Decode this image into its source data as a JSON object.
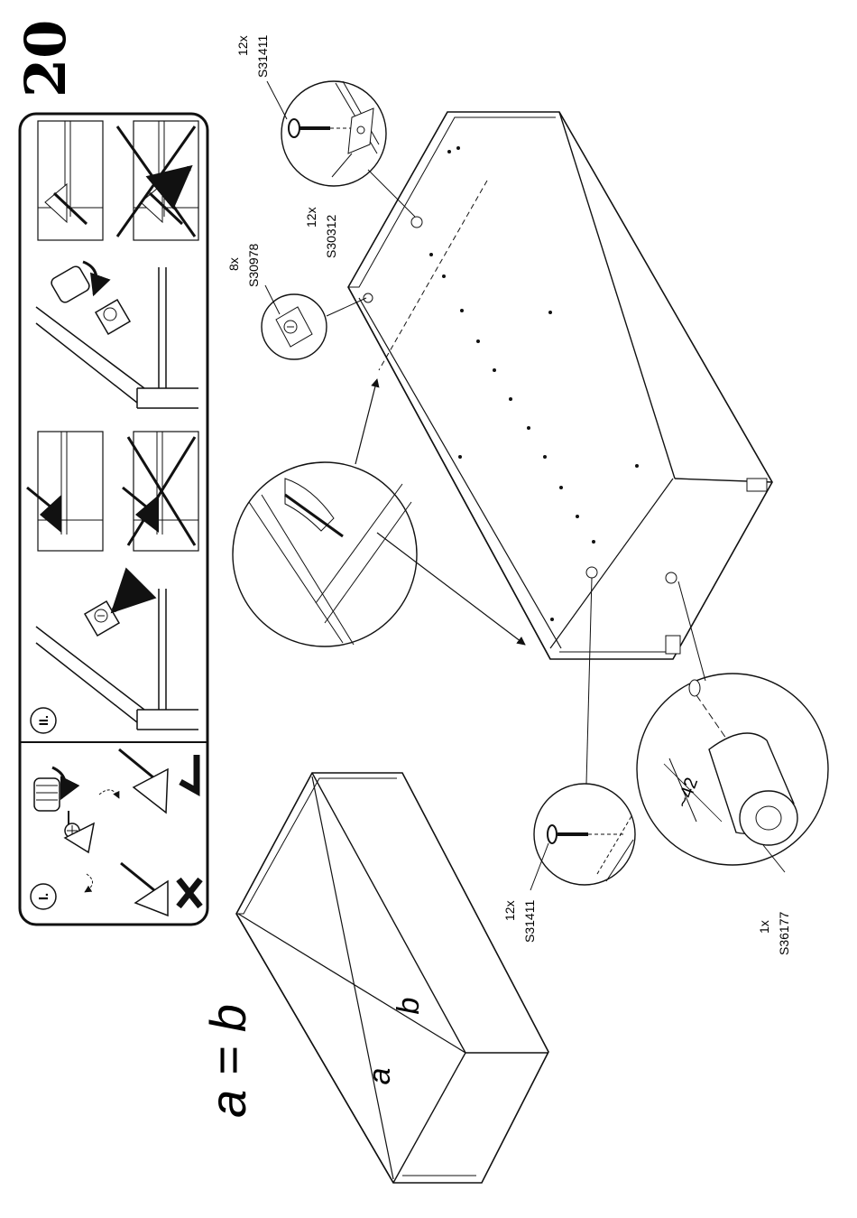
{
  "step_number": "20",
  "equation": "a = b",
  "diagonal_a": "a",
  "diagonal_b": "b",
  "instruction_panel": {
    "part_i_label": "I.",
    "part_ii_label": "II."
  },
  "callouts": {
    "top_screw": {
      "qty": "12x",
      "code": "S31411"
    },
    "top_plate": {
      "qty": "12x",
      "code": "S30312"
    },
    "connector": {
      "qty": "8x",
      "code": "S30978"
    },
    "bottom_screw": {
      "qty": "12x",
      "code": "S31411"
    },
    "foot": {
      "qty": "1x",
      "code": "S36177"
    }
  },
  "dimension": "~42"
}
